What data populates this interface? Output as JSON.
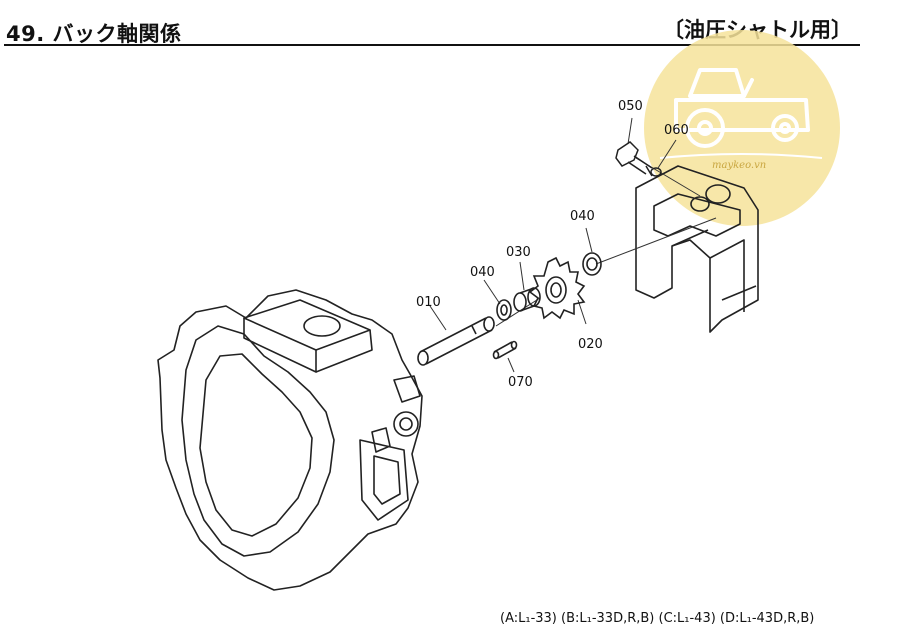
{
  "header": {
    "title": "49. バック軸関係",
    "subtitle": "〔油圧シャトル用〕"
  },
  "callouts": [
    {
      "id": "050",
      "label": "050"
    },
    {
      "id": "060",
      "label": "060"
    },
    {
      "id": "040a",
      "label": "040"
    },
    {
      "id": "040b",
      "label": "040"
    },
    {
      "id": "030",
      "label": "030"
    },
    {
      "id": "010",
      "label": "010"
    },
    {
      "id": "020",
      "label": "020"
    },
    {
      "id": "070",
      "label": "070"
    }
  ],
  "footer": {
    "models": "(A:L₁-33) (B:L₁-33D,R,B) (C:L₁-43) (D:L₁-43D,R,B)"
  },
  "watermark": {
    "text": "maykeo.vn",
    "color": "#f3dc7a"
  }
}
